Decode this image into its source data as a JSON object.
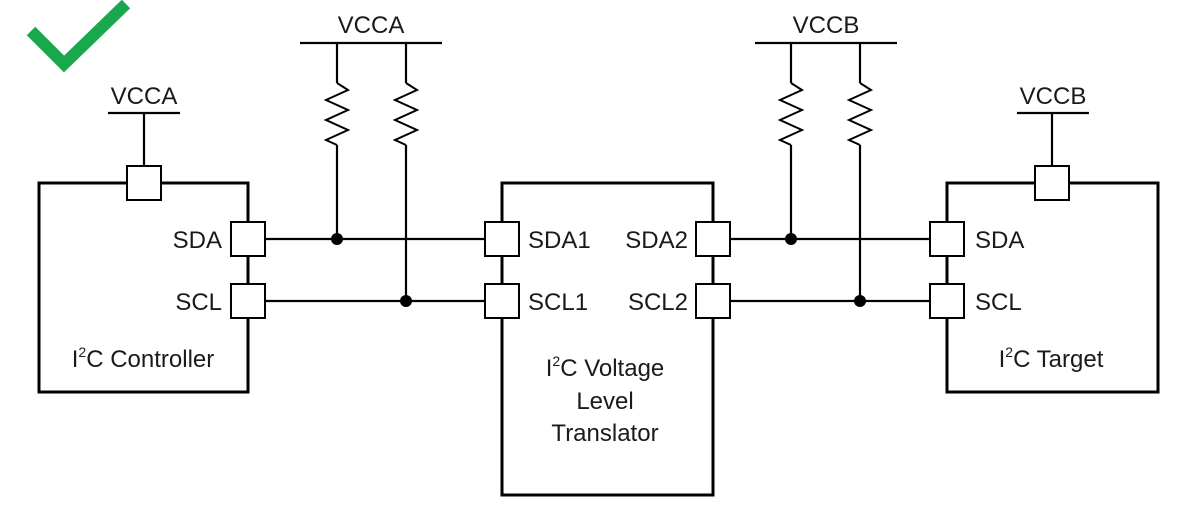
{
  "check": {
    "color": "#1aa84f",
    "icon": "checkmark-icon"
  },
  "rails": {
    "controller_vcc": "VCCA",
    "pullup_a_vcc": "VCCA",
    "pullup_b_vcc": "VCCB",
    "target_vcc": "VCCB"
  },
  "controller": {
    "sda": "SDA",
    "scl": "SCL",
    "title_prefix": "I",
    "title_sup": "2",
    "title_rest": "C Controller"
  },
  "translator": {
    "sda1": "SDA1",
    "scl1": "SCL1",
    "sda2": "SDA2",
    "scl2": "SCL2",
    "title_prefix": "I",
    "title_sup": "2",
    "title_rest": "C Voltage",
    "title_line2": "Level",
    "title_line3": "Translator"
  },
  "target": {
    "sda": "SDA",
    "scl": "SCL",
    "title_prefix": "I",
    "title_sup": "2",
    "title_rest": "C Target"
  }
}
